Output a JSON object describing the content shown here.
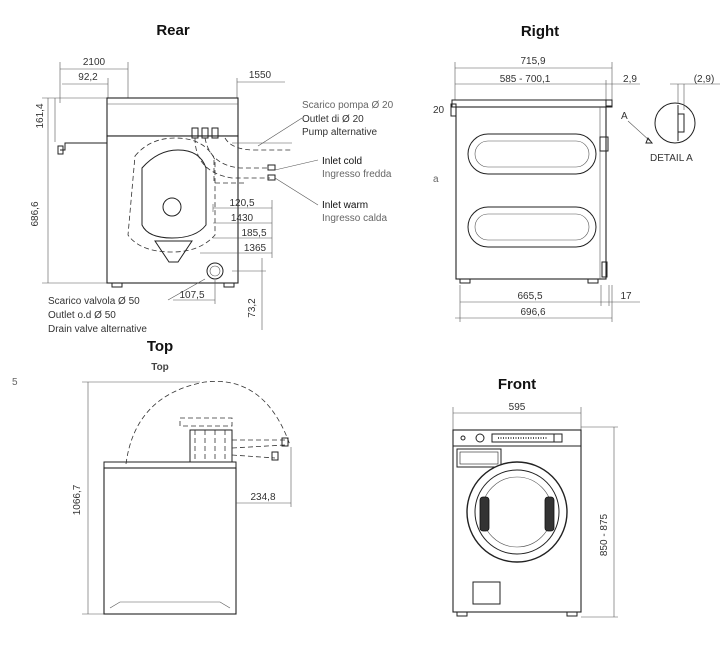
{
  "views": {
    "rear": "Rear",
    "right": "Right",
    "top": "Top",
    "top_ghost": "Top",
    "front": "Front"
  },
  "rear": {
    "d_2100": "2100",
    "d_92_2": "92,2",
    "d_1550": "1550",
    "d_161_4": "161,4",
    "d_686_6": "686,6",
    "d_120_5": "120,5",
    "d_1430": "1430",
    "d_185_5": "185,5",
    "d_1365": "1365",
    "d_107_5": "107,5",
    "d_73_2": "73,2",
    "pump_it": "Scarico pompa Ø 20",
    "pump_outlet": "Outlet di Ø 20",
    "pump_alt": "Pump alternative",
    "inlet_cold": "Inlet cold",
    "inlet_cold_it": "Ingresso fredda",
    "inlet_warm": "Inlet warm",
    "inlet_warm_it": "Ingresso calda",
    "valve_it": "Scarico valvola Ø 50",
    "valve_outlet": "Outlet o.d Ø 50",
    "valve_alt": "Drain valve alternative"
  },
  "right": {
    "d_715_9": "715,9",
    "d_585_700": "585 - 700,1",
    "d_2_9": "2,9",
    "d_2_9_paren": "(2,9)",
    "d_20": "20",
    "a_marker": "A",
    "detail": "DETAIL A",
    "stray_a": "a",
    "d_665_5": "665,5",
    "d_17": "17",
    "d_696_6": "696,6"
  },
  "top": {
    "stray_5": "5",
    "d_1066_7": "1066,7",
    "d_234_8": "234,8"
  },
  "front": {
    "d_595": "595",
    "d_850_875": "850 - 875"
  }
}
